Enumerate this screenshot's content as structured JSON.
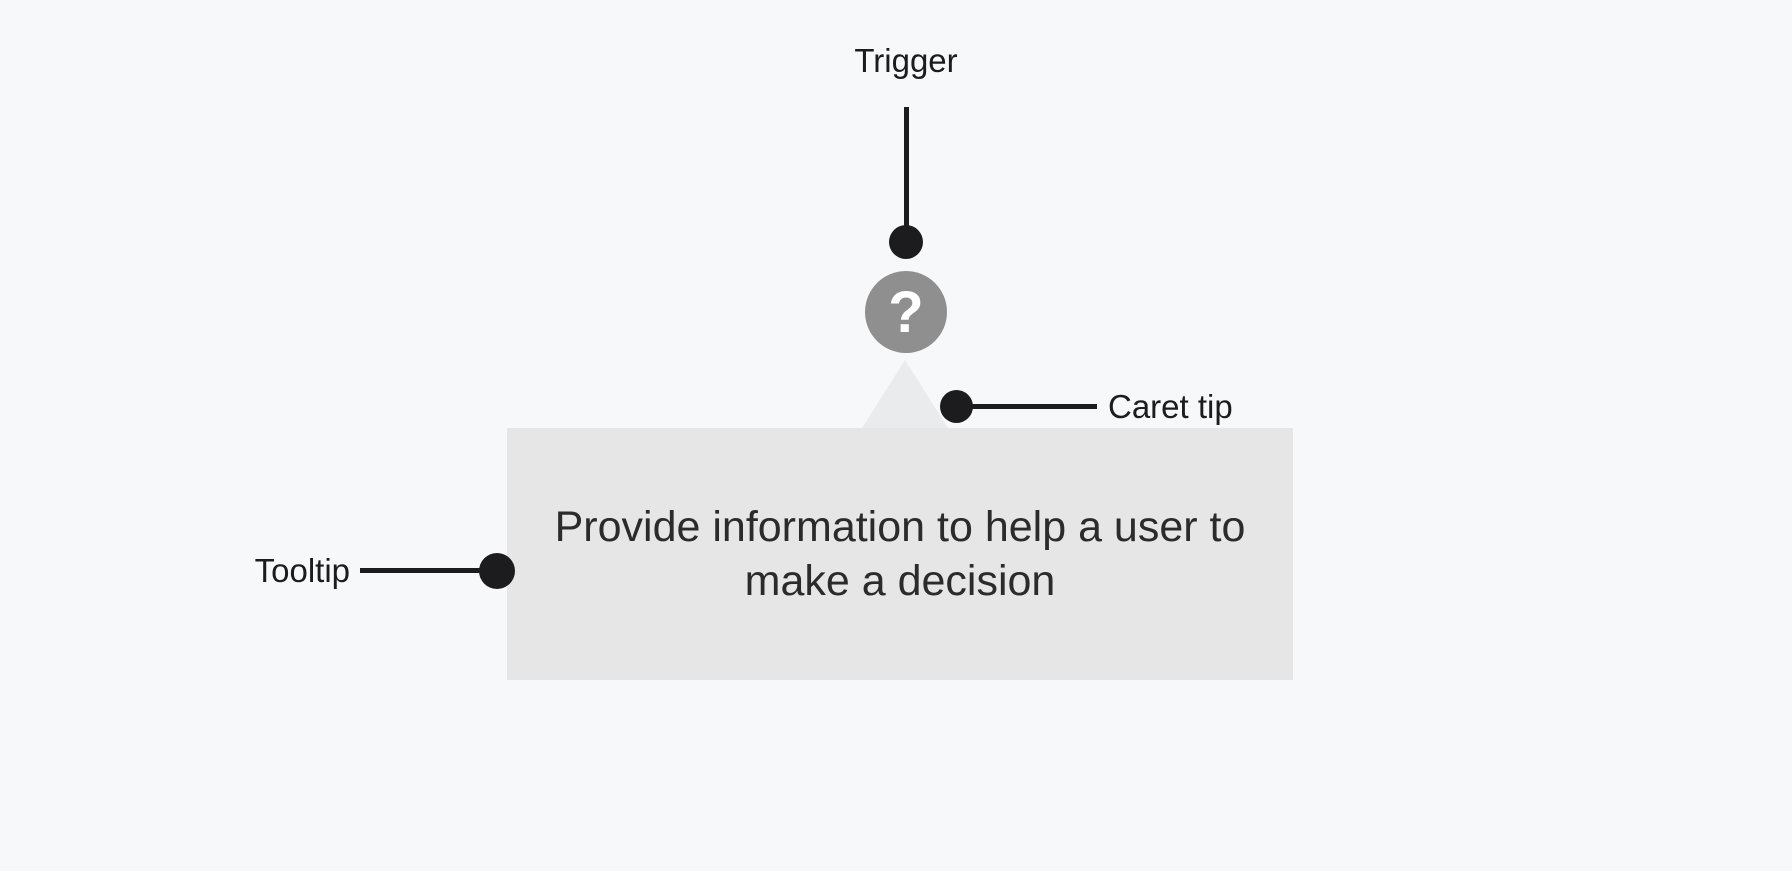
{
  "diagram": {
    "title_semantic": "tooltip-component-anatomy",
    "labels": {
      "trigger": "Trigger",
      "caret_tip": "Caret tip",
      "tooltip": "Tooltip"
    },
    "trigger_icon": {
      "glyph": "?",
      "name": "question-mark-help-icon"
    },
    "tooltip": {
      "lines": [
        "Provide information to help a user to",
        "make a decision"
      ]
    },
    "colors": {
      "background": "#f7f8fa",
      "annotation": "#1c1c1e",
      "tooltip_bg": "#e6e6e7",
      "caret_bg": "#eaebed",
      "icon_bg": "#8f8f8f",
      "icon_fg": "#ffffff",
      "tooltip_text": "#2b2b2b"
    }
  }
}
